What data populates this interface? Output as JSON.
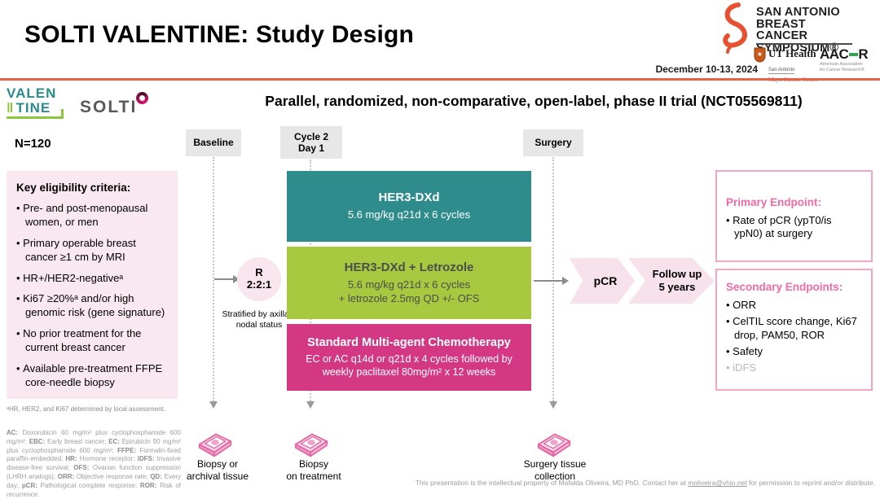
{
  "slide": {
    "title": "SOLTI VALENTINE: Study Design",
    "headline": "Parallel, randomized, non-comparative, open-label, phase II trial (NCT05569811)",
    "n_label": "N=120"
  },
  "conference": {
    "name_line1": "SAN ANTONIO",
    "name_line2": "BREAST CANCER",
    "name_line3": "SYMPOSIUM®",
    "date": "December 10-13, 2024",
    "ut_health": {
      "name": "UT Health",
      "sub": "San Antonio",
      "center": "Mays Cancer Center"
    },
    "aacr": {
      "acronym_left": "AAC",
      "acronym_right": "R",
      "sub_line1": "American Association",
      "sub_line2": "for Cancer Research®"
    }
  },
  "logos": {
    "valentine_line1": "VALEN",
    "valentine_bars": "‖",
    "valentine_line2": "TINE",
    "solti": "SOLTI"
  },
  "eligibility": {
    "title": "Key eligibility criteria:",
    "items": [
      "Pre- and post-menopausal women, or men",
      "Primary operable breast cancer ≥1 cm by MRI",
      "HR+/HER2-negativeᵃ",
      "Ki67 ≥20%ᵃ and/or high genomic risk (gene signature)",
      "No prior treatment for the current breast cancer",
      "Available pre-treatment FFPE core-needle biopsy"
    ],
    "footnote": "ᵃHR, HER2, and Ki67 determined by local assessment."
  },
  "timeline": {
    "baseline": "Baseline",
    "cycle2_line1": "Cycle 2",
    "cycle2_line2": "Day 1",
    "surgery": "Surgery"
  },
  "randomization": {
    "r": "R",
    "ratio": "2:2:1",
    "stratification": "Stratified by axillary nodal status"
  },
  "arms": {
    "arm1": {
      "title": "HER3-DXd",
      "line1": "5.6 mg/kg q21d x 6 cycles"
    },
    "arm2": {
      "title": "HER3-DXd + Letrozole",
      "line1": "5.6 mg/kg q21d x 6 cycles",
      "line2": "+ letrozole 2.5mg QD +/- OFS"
    },
    "arm3": {
      "title": "Standard Multi-agent Chemotherapy",
      "line1": "EC or AC q14d or q21d x 4 cycles followed by",
      "line2": "weekly paclitaxel 80mg/m² x 12 weeks"
    }
  },
  "flow": {
    "pcr": "pCR",
    "followup_line1": "Follow up",
    "followup_line2": "5 years"
  },
  "endpoints": {
    "primary": {
      "title": "Primary Endpoint:",
      "item1": "Rate of pCR (ypT0/is ypN0) at surgery"
    },
    "secondary": {
      "title": "Secondary Endpoints:",
      "item1": "ORR",
      "item2": "CelTIL score change, Ki67 drop, PAM50, ROR",
      "item3": "Safety",
      "item4": "iDFS"
    }
  },
  "samples": {
    "s1_line1": "Biopsy or",
    "s1_line2": "archival tissue",
    "s2_line1": "Biopsy",
    "s2_line2": "on treatment",
    "s3_line1": "Surgery tissue",
    "s3_line2": "collection"
  },
  "abbreviations": [
    {
      "term": "AC",
      "desc": "Doxorubicin 60 mg/m² plus cyclophosphamide 600 mg/m²"
    },
    {
      "term": "EBC",
      "desc": "Early breast cancer"
    },
    {
      "term": "EC",
      "desc": "Epirubicin 90 mg/m² plus cyclophosphamide 600 mg/m²"
    },
    {
      "term": "FFPE",
      "desc": "Formalin-fixed paraffin-embedded"
    },
    {
      "term": "HR",
      "desc": "Hormone receptor"
    },
    {
      "term": "iDFS",
      "desc": "Invasive disease-free survival"
    },
    {
      "term": "OFS",
      "desc": "Ovarian function suppression (LHRH analogs)"
    },
    {
      "term": "ORR",
      "desc": "Objective response rate"
    },
    {
      "term": "QD",
      "desc": "Every day"
    },
    {
      "term": "pCR",
      "desc": "Pathological complete response"
    },
    {
      "term": "ROR",
      "desc": "Risk of recurrence"
    }
  ],
  "footer": {
    "before": "This presentation is the intellectual property of Mafalda Oliveira, MD PhD. Contact her at ",
    "email": "moliveira@vhio.net",
    "after": " for permission to reprint and/or distribute."
  },
  "colors": {
    "divider": "#E8624A",
    "arm_teal": "#2E8C8C",
    "arm_green": "#A7C83F",
    "arm_magenta": "#D43884",
    "pink_light": "#F7E2EC",
    "pink_border": "#F2A6C4",
    "pink_title": "#EF6BA6",
    "ribbon_orange": "#E8512F",
    "valentine_teal": "#2A8C8C",
    "valentine_green": "#8CC63E"
  }
}
